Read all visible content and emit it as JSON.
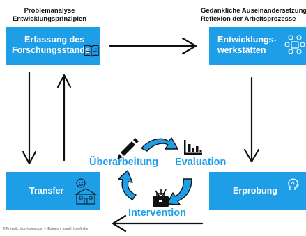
{
  "header_left": [
    "Problemanalyse",
    "Entwicklungsprinzipien"
  ],
  "header_right": [
    "Gedankliche Auseinandersetzung",
    "Reflexion der Arbeitsprozesse"
  ],
  "boxes": {
    "top_left": {
      "lines": [
        "Erfassung des",
        "Forschungsstands"
      ],
      "icon": "book-icon"
    },
    "top_right": {
      "lines": [
        "Entwicklungs-",
        "werkstätten"
      ],
      "icon": "team-workshop-icon"
    },
    "bottom_left": {
      "label": "Transfer",
      "icon": "school-building-icon"
    },
    "bottom_right": {
      "label": "Erprobung",
      "icon": "mindset-head-icon"
    }
  },
  "cycle": {
    "step1": "Überarbeitung",
    "step2": "Evaluation",
    "step3": "Intervention",
    "icons": [
      "pencil-icon",
      "bar-chart-icon",
      "toolbox-icon"
    ]
  },
  "colors": {
    "accent": "#1f9ee8",
    "text": "#111111",
    "background": "#ffffff"
  },
  "credit": "© Freepik; icon-icons.com – iRaincon; iconifi; iconfinder;"
}
